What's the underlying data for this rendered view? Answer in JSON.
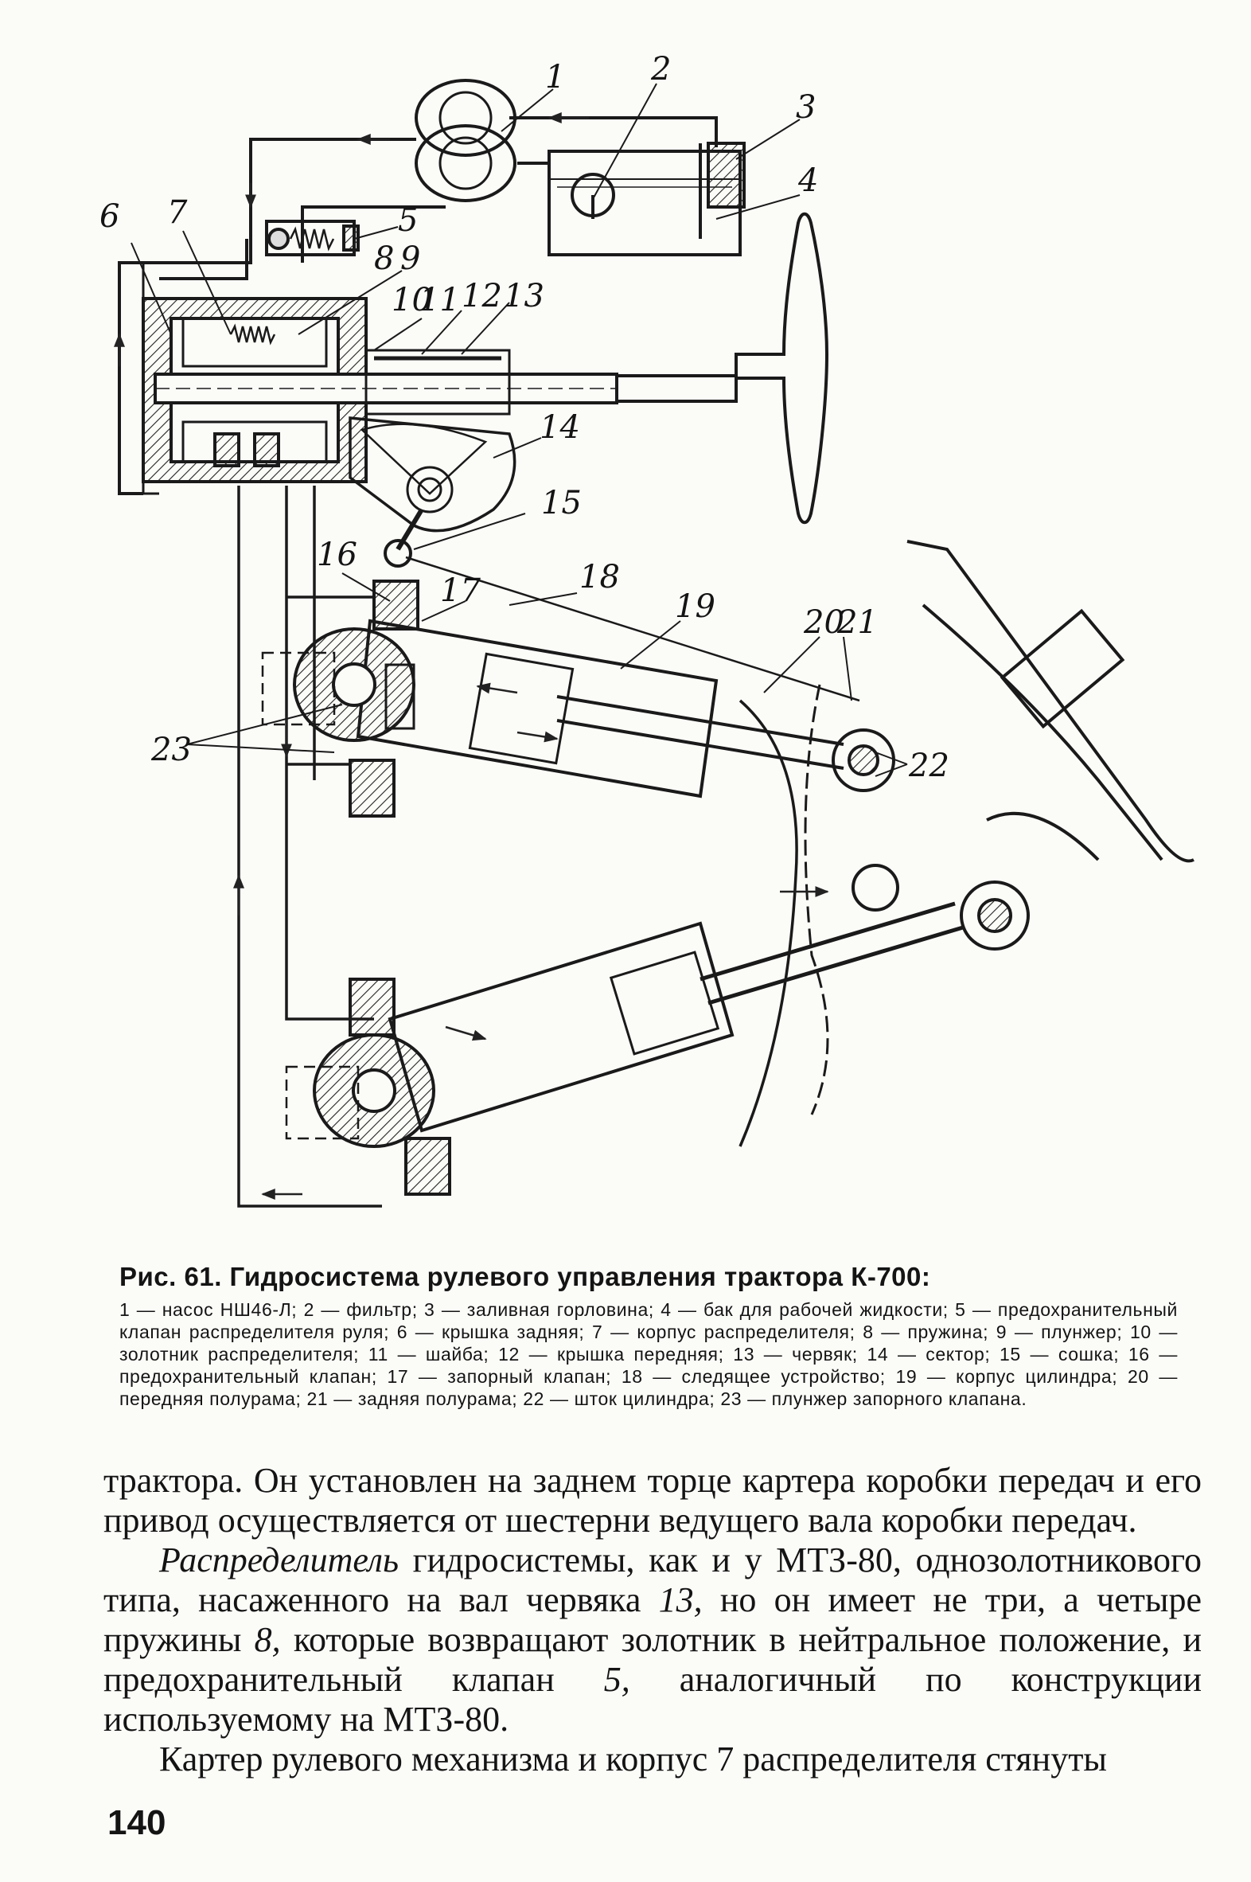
{
  "figure": {
    "callouts": [
      "1",
      "2",
      "3",
      "4",
      "5",
      "6",
      "7",
      "8",
      "9",
      "10",
      "11",
      "12",
      "13",
      "14",
      "15",
      "16",
      "17",
      "18",
      "19",
      "20",
      "21",
      "22",
      "23"
    ]
  },
  "caption": {
    "title": "Рис. 61. Гидросистема рулевого управления трактора К-700:",
    "legend": "1 — насос НШ46-Л; 2 — фильтр; 3 — заливная горловина; 4 — бак для рабочей жидкости; 5 — предохранительный клапан распределителя руля; 6 — крышка задняя; 7 — корпус распределителя; 8 — пружина; 9 — плунжер; 10 — золотник распределителя; 11 — шайба; 12 — крышка передняя; 13 — червяк; 14 — сектор; 15 — сошка; 16 — предохранительный клапан; 17 — запорный клапан; 18 — следящее устройство; 19 — корпус цилиндра; 20 — передняя полурама; 21 — задняя полурама; 22 — шток цилиндра; 23 — плунжер запорного клапана."
  },
  "body": {
    "p1": "трактора. Он установлен на заднем торце картера коробки передач и его привод осуществляется от шестерни ведущего вала коробки передач.",
    "p2_term": "Распределитель",
    "p2_a": " гидросистемы, как и у МТЗ-80, однозолотникового типа, насаженного на вал червяка ",
    "p2_n1": "13,",
    "p2_b": " но он имеет не три, а четыре пружины ",
    "p2_n2": "8,",
    "p2_c": " которые возвращают золотник в нейтральное положение, и предохранительный клапан ",
    "p2_n3": "5,",
    "p2_d": " аналогичный по конструкции используемому на МТЗ-80.",
    "p3": "Картер рулевого механизма и корпус 7 распределителя стянуты"
  },
  "page_number": "140"
}
